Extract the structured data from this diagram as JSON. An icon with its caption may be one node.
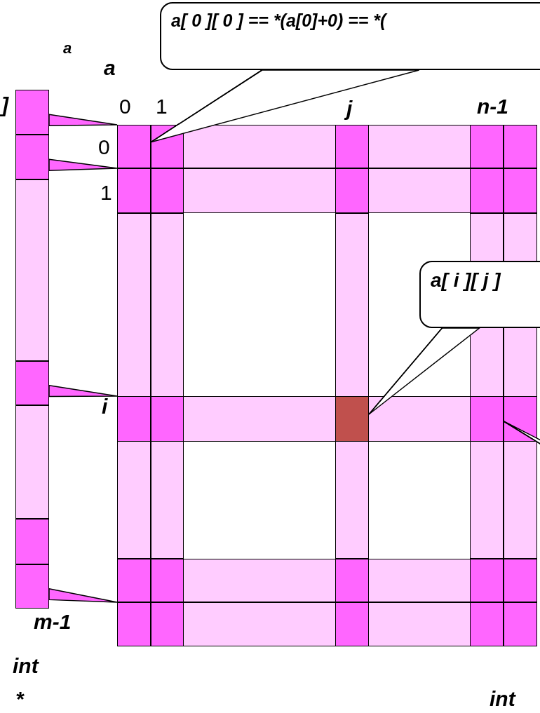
{
  "diagram": {
    "nodes": [
      {
        "text": [
          "a[ 0 ][ 0 ] == *(a[0]+0) == *("
        ]
      },
      {
        "text": [
          "a[ i ][ j ]"
        ]
      },
      {
        "text": [],
        "shape": "box"
      },
      {
        "text": [],
        "shape": "box"
      },
      {
        "text": [],
        "shape": "box"
      },
      {
        "text": [],
        "shape": "box"
      },
      {
        "text": [],
        "shape": "box"
      },
      {
        "text": [],
        "shape": "bar"
      },
      {
        "text": [],
        "shape": "box",
        "in": 7
      },
      {
        "text": [],
        "shape": "bar"
      },
      {
        "text": [],
        "shape": "bar"
      },
      {
        "text": [],
        "shape": "box",
        "in": 10
      },
      {
        "text": [],
        "shape": "box",
        "in": 10
      },
      {
        "text": [],
        "shape": "bar"
      },
      {
        "text": [],
        "shape": "bar"
      }
    ],
    "edges": [
      {
        "from": 0,
        "to": 8,
        "arrow": "none"
      },
      {
        "from": 1,
        "to": 11,
        "arrow": "none"
      },
      {
        "from": null,
        "to": 12,
        "arrow": "none"
      },
      {
        "from": 2,
        "to": 7,
        "arrow": "none"
      },
      {
        "from": 3,
        "to": 9,
        "arrow": "none"
      },
      {
        "from": 4,
        "to": 10,
        "arrow": "none"
      },
      {
        "from": 6,
        "to": 14,
        "arrow": "none"
      }
    ],
    "labels": [
      "a",
      "a",
      "]",
      "0",
      "1",
      "j",
      "n-1",
      "0",
      "1",
      "i",
      "m-1",
      "int",
      "*",
      "int"
    ]
  }
}
